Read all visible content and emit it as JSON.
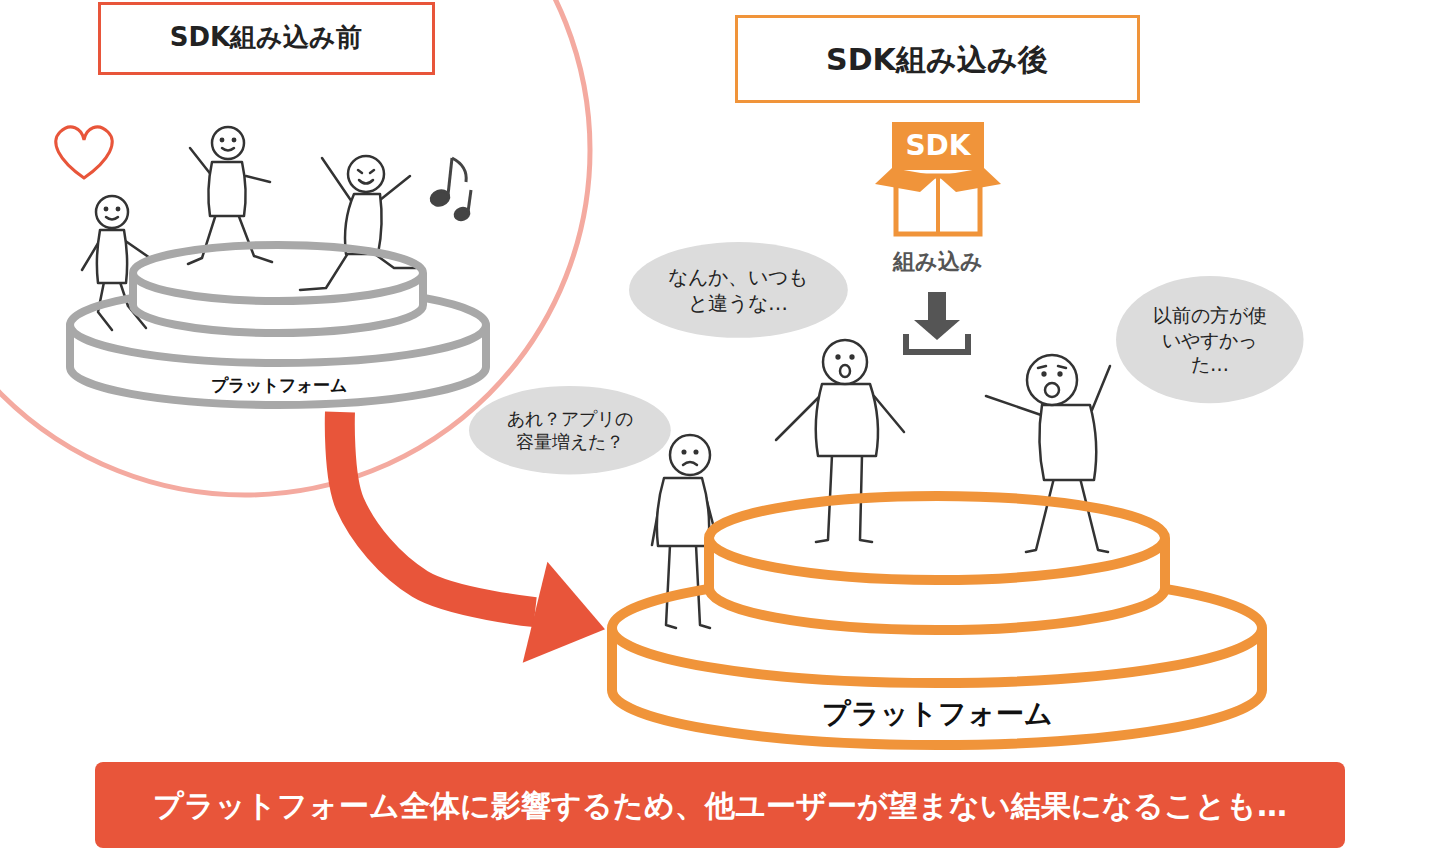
{
  "diagram": {
    "nodes": [
      {
        "text": [
          "SDK組み込み前"
        ]
      },
      {
        "text": [
          "プラットフォーム"
        ]
      },
      {
        "text": [
          "SDK組み込み後"
        ]
      },
      {
        "text": [
          "SDK"
        ]
      },
      {
        "text": [
          "なんか、いつもと違うな…"
        ]
      },
      {
        "text": [
          "以前の方が使いやすかった…"
        ]
      },
      {
        "text": [
          "あれ？アプリの容量増えた？"
        ]
      },
      {
        "text": [
          "プラットフォーム"
        ]
      },
      {
        "text": [
          "プラットフォーム全体に影響するため、他ユーザーが望まない結果になることも…"
        ]
      }
    ],
    "edges": [
      {
        "from": 1,
        "to": 7,
        "arrow": "to"
      }
    ],
    "labels": [
      "組み込み"
    ]
  }
}
